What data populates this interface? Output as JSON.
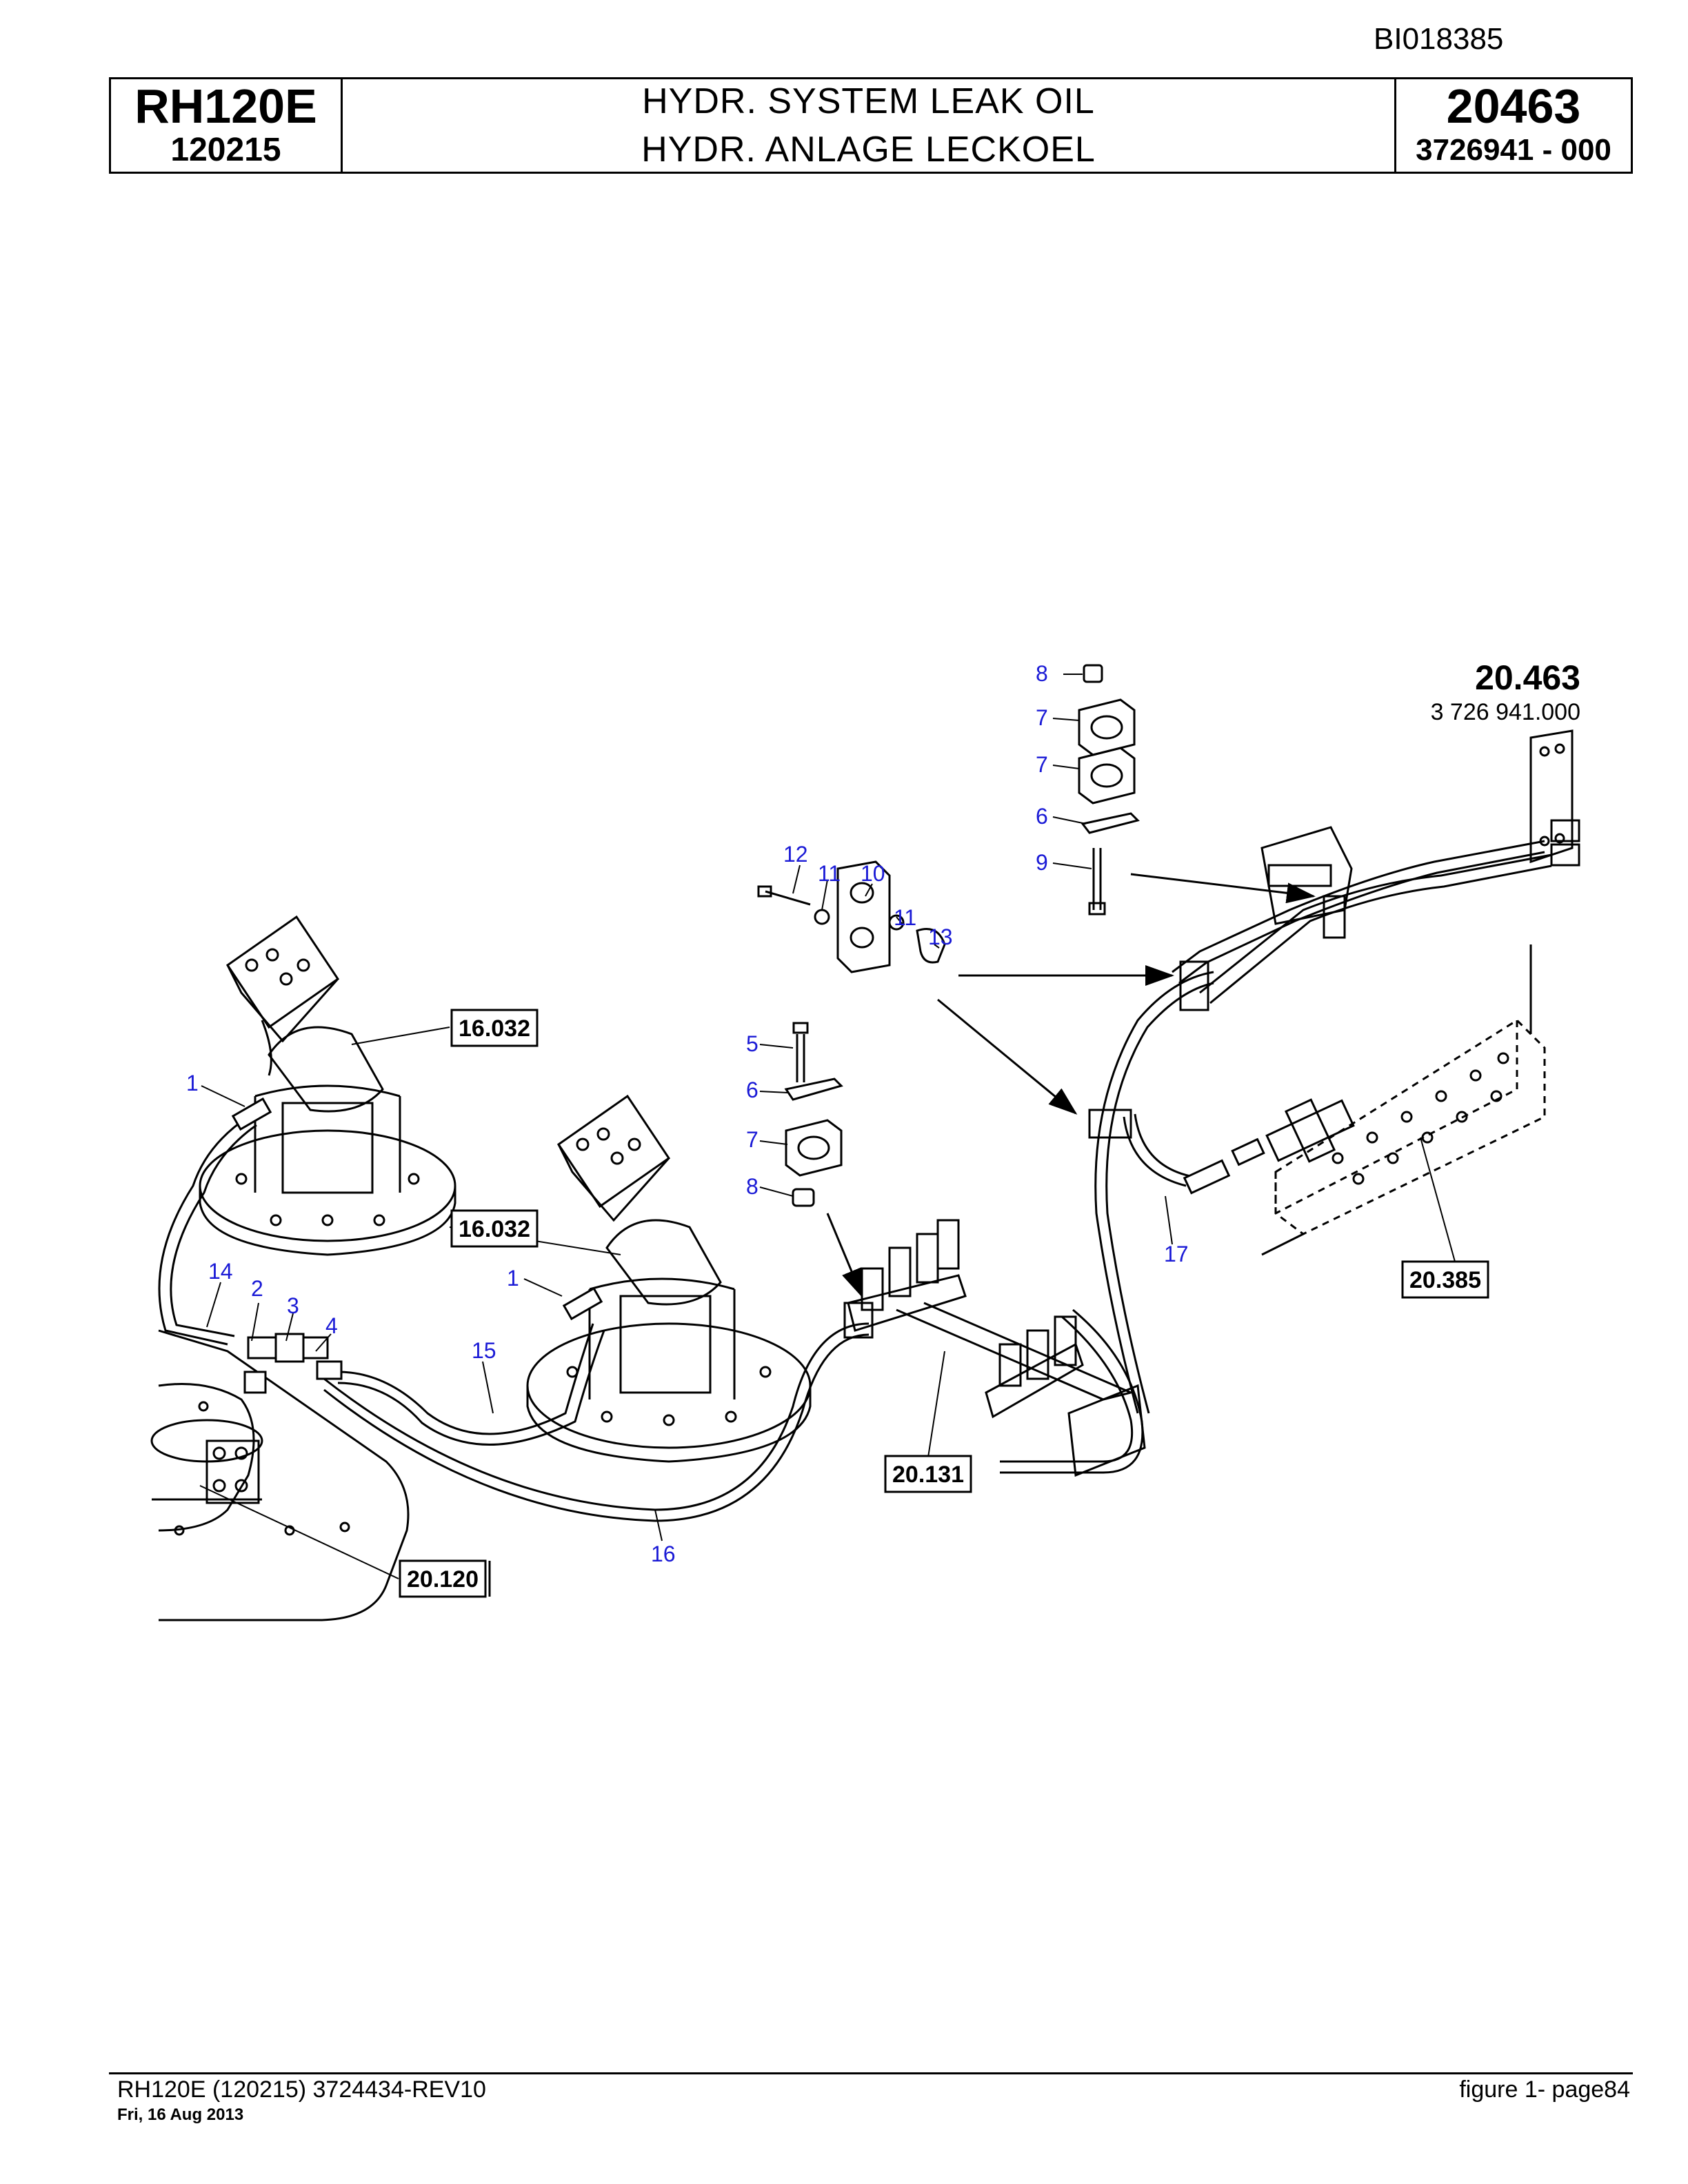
{
  "doc_id": "BI018385",
  "header": {
    "model": "RH120E",
    "serial": "120215",
    "title_en": "HYDR. SYSTEM LEAK OIL",
    "title_de": "HYDR. ANLAGE LECKOEL",
    "group": "20463",
    "part_number": "3726941  - 000"
  },
  "figure": {
    "assembly_ref": "20.463",
    "assembly_number": "3 726 941.000",
    "callouts": [
      "1",
      "1",
      "2",
      "3",
      "4",
      "5",
      "6",
      "6",
      "7",
      "7",
      "7",
      "8",
      "8",
      "9",
      "10",
      "11",
      "11",
      "12",
      "13",
      "14",
      "15",
      "16",
      "17"
    ],
    "boxed_refs": [
      "16.032",
      "16.032",
      "20.120",
      "20.131",
      "20.385"
    ],
    "callout_color": "#1a1ad6"
  },
  "footer": {
    "left": "RH120E (120215) 3724434-REV10",
    "date": "Fri, 16 Aug 2013",
    "right": "figure  1- page84"
  }
}
